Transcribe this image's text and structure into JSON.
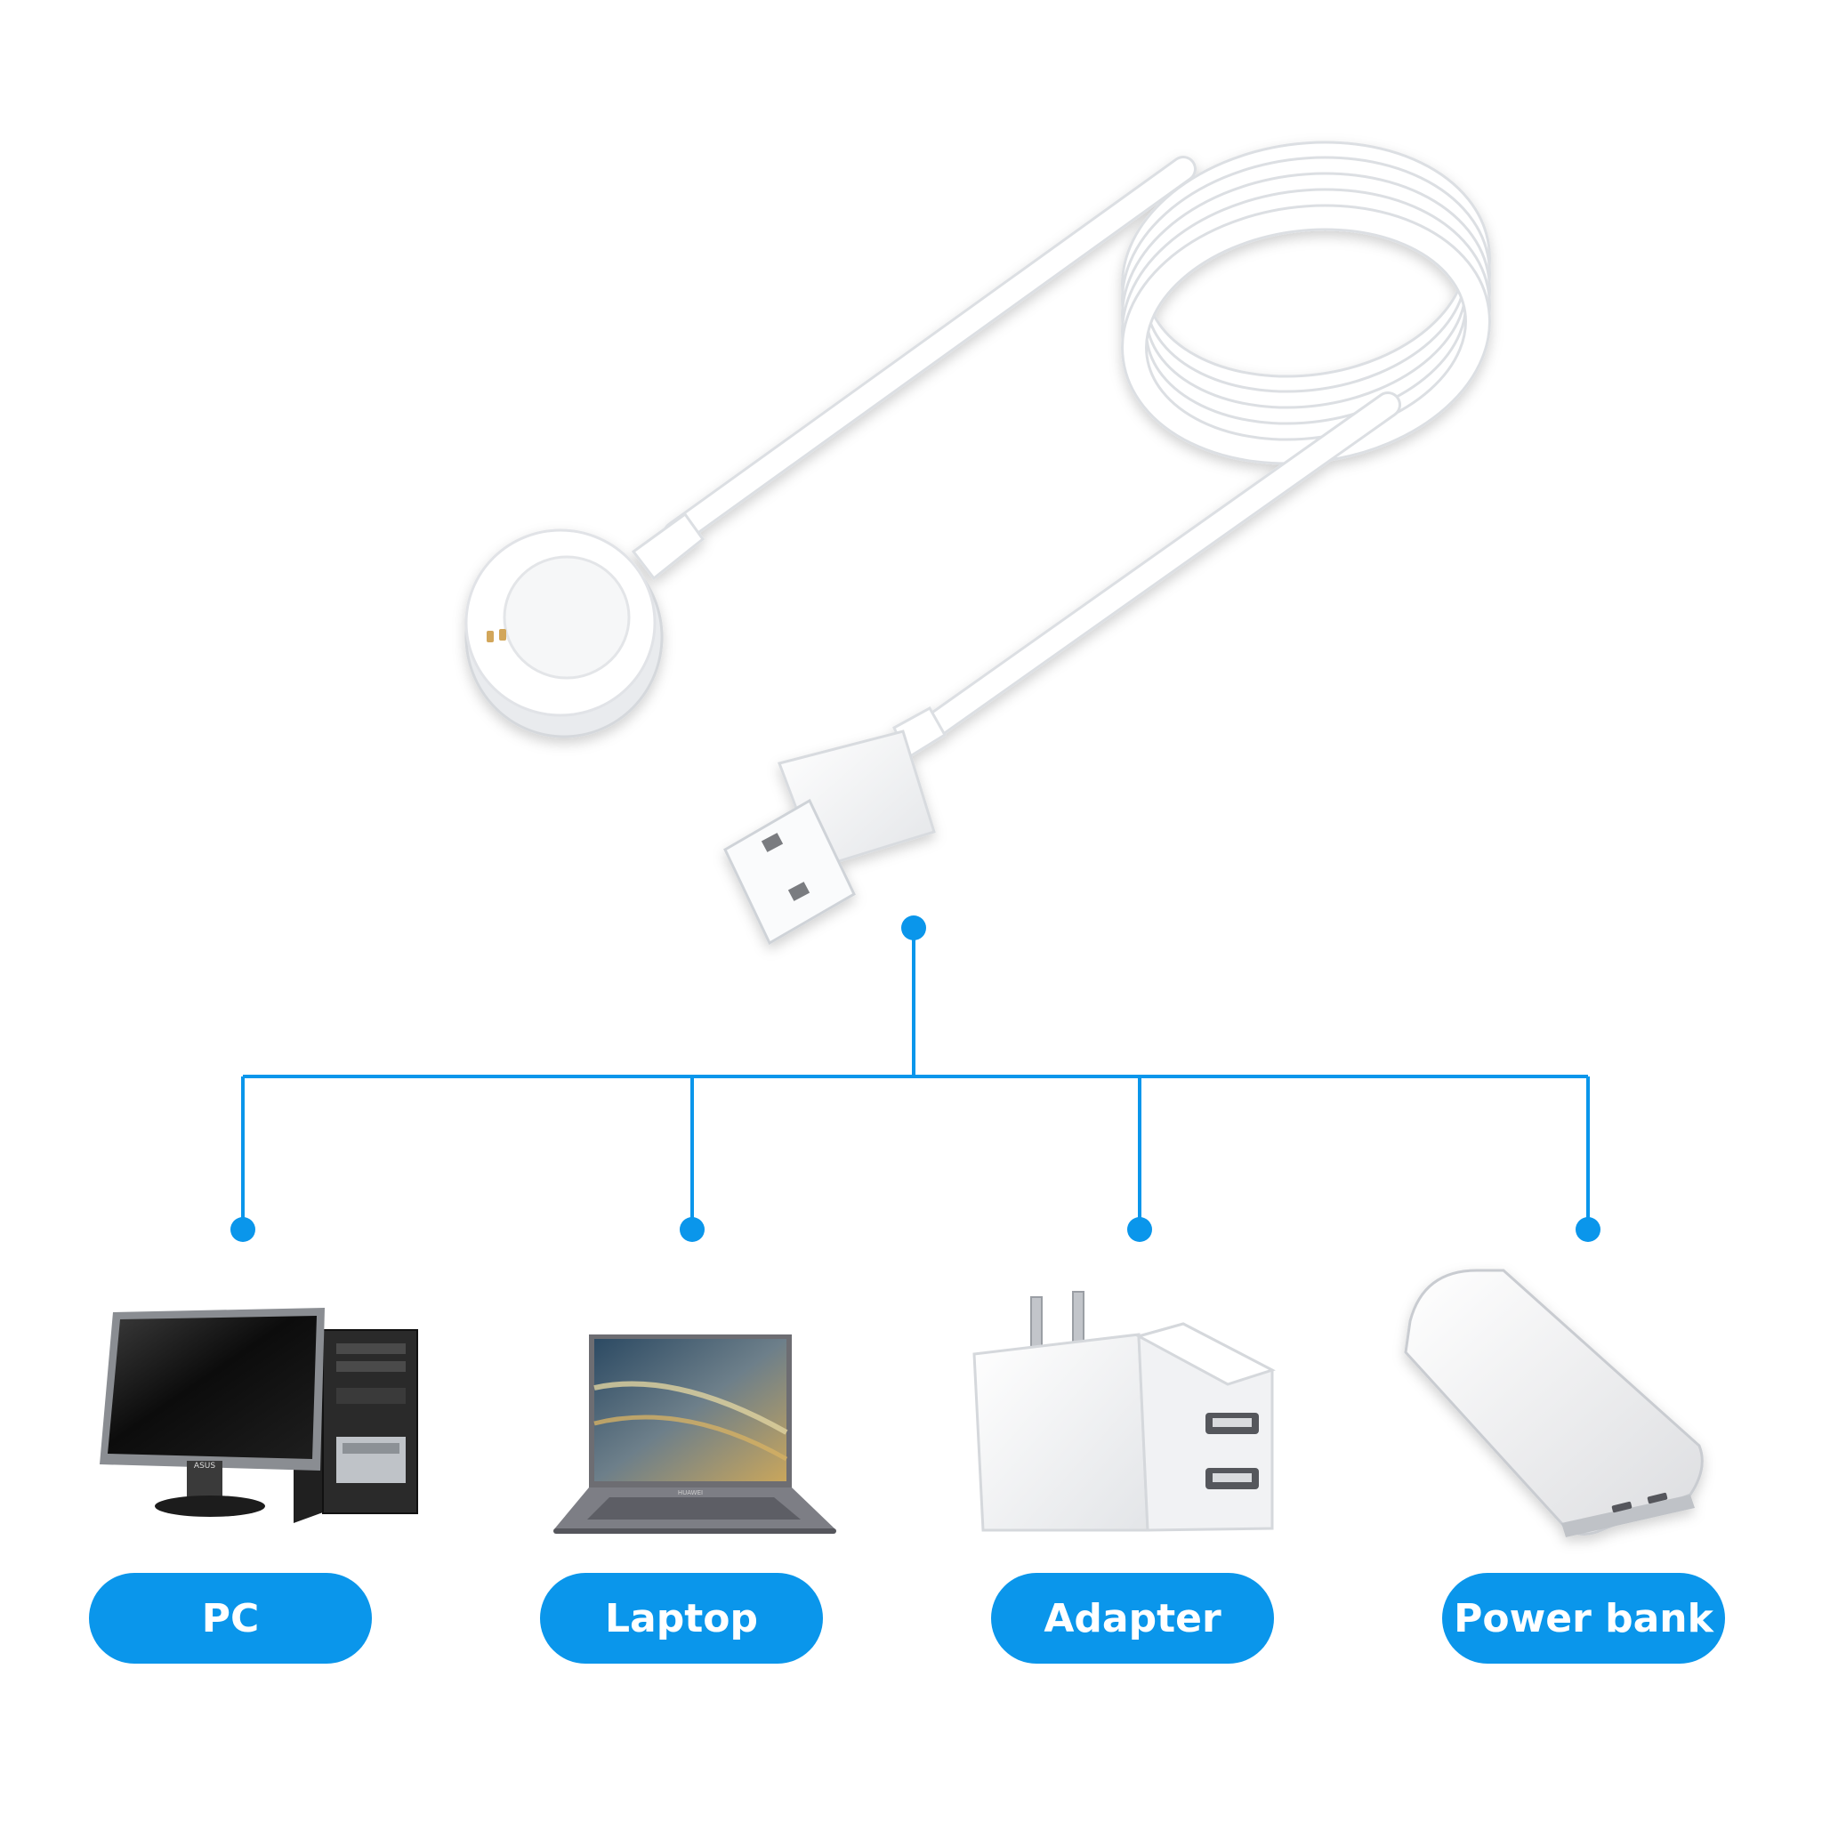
{
  "colors": {
    "accent": "#0a96eb",
    "cable": "#ffffff",
    "cable_outline": "#e2e4e8",
    "background": "#ffffff"
  },
  "devices": [
    {
      "label": "PC",
      "icon": "desktop-pc-icon",
      "monitor_brand": "ASUS"
    },
    {
      "label": "Laptop",
      "icon": "laptop-icon",
      "brand": "HUAWEI"
    },
    {
      "label": "Adapter",
      "icon": "usb-wall-adapter-icon"
    },
    {
      "label": "Power bank",
      "icon": "power-bank-icon"
    }
  ]
}
